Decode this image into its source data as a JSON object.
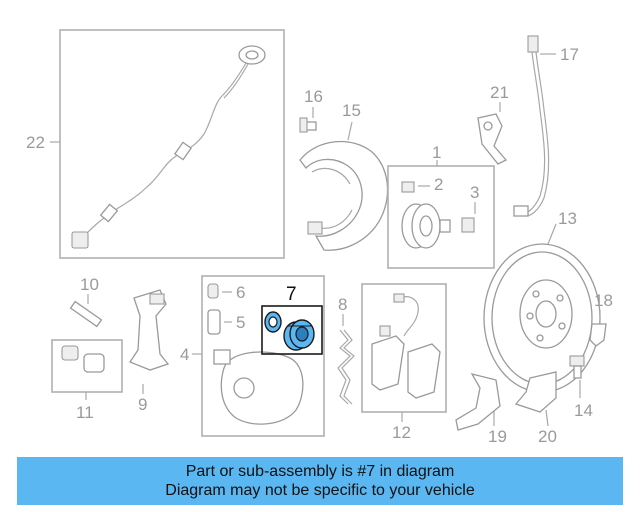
{
  "callouts": {
    "c1": "1",
    "c2": "2",
    "c3": "3",
    "c4": "4",
    "c5": "5",
    "c6": "6",
    "c7": "7",
    "c8": "8",
    "c9": "9",
    "c10": "10",
    "c11": "11",
    "c12": "12",
    "c13": "13",
    "c14": "14",
    "c15": "15",
    "c16": "16",
    "c17": "17",
    "c18": "18",
    "c19": "19",
    "c20": "20",
    "c21": "21",
    "c22": "22"
  },
  "highlight": {
    "part_number": "7",
    "color": "#5ab7f2"
  },
  "banner": {
    "line1": "Part or sub-assembly is #7 in diagram",
    "line2": "Diagram may not be specific to your vehicle",
    "background": "#5ab7f2"
  }
}
